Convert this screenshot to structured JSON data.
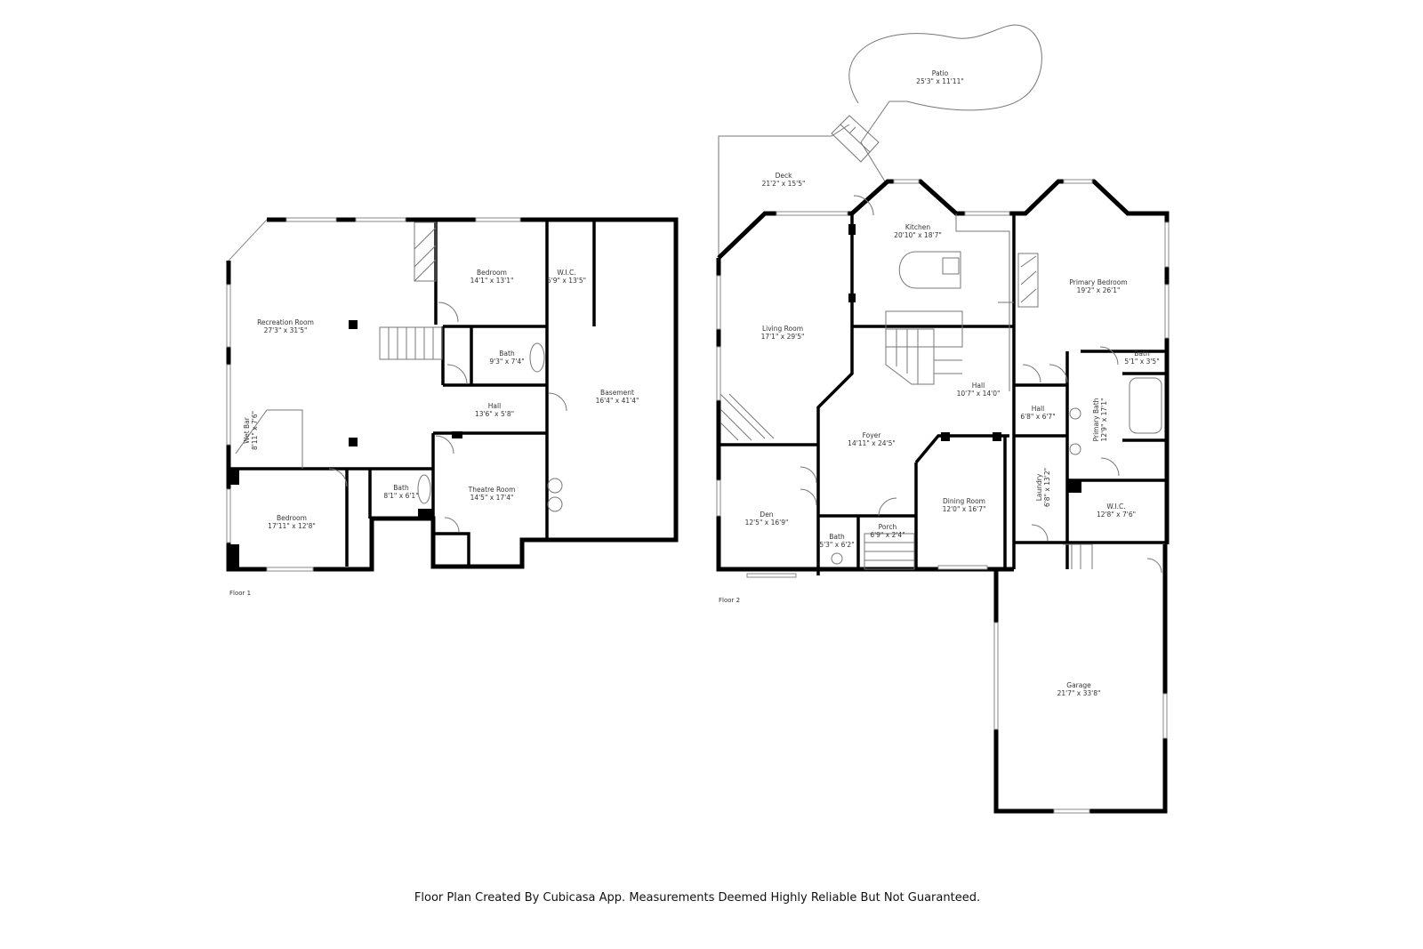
{
  "floor1": {
    "label": "Floor 1",
    "rooms": [
      {
        "name": "Recreation Room",
        "dim": "27'3\" x 31'5\""
      },
      {
        "name": "Bedroom",
        "dim": "14'1\" x 13'1\""
      },
      {
        "name": "W.I.C.",
        "dim": "5'9\" x 13'5\""
      },
      {
        "name": "Bath",
        "dim": "9'3\" x 7'4\""
      },
      {
        "name": "Hall",
        "dim": "13'6\" x 5'8\""
      },
      {
        "name": "Basement",
        "dim": "16'4\" x 41'4\""
      },
      {
        "name": "Wet Bar",
        "dim": "8'11\" x 7'6\""
      },
      {
        "name": "Theatre Room",
        "dim": "14'5\" x 17'4\""
      },
      {
        "name": "Bath",
        "dim": "8'1\" x 6'1\""
      },
      {
        "name": "Bedroom",
        "dim": "17'11\" x 12'8\""
      }
    ]
  },
  "floor2": {
    "label": "Floor 2",
    "rooms": [
      {
        "name": "Patio",
        "dim": "25'3\" x 11'11\""
      },
      {
        "name": "Deck",
        "dim": "21'2\" x 15'5\""
      },
      {
        "name": "Kitchen",
        "dim": "20'10\" x 18'7\""
      },
      {
        "name": "Primary Bedroom",
        "dim": "19'2\" x 26'1\""
      },
      {
        "name": "Living Room",
        "dim": "17'1\" x 29'5\""
      },
      {
        "name": "Hall",
        "dim": "10'7\" x 14'0\""
      },
      {
        "name": "Bath",
        "dim": "5'1\" x 3'5\""
      },
      {
        "name": "Hall",
        "dim": "6'8\" x 6'7\""
      },
      {
        "name": "Primary Bath",
        "dim": "12'9\" x 17'1\""
      },
      {
        "name": "Foyer",
        "dim": "14'11\" x 24'5\""
      },
      {
        "name": "Laundry",
        "dim": "6'8\" x 13'2\""
      },
      {
        "name": "Dining Room",
        "dim": "12'0\" x 16'7\""
      },
      {
        "name": "W.I.C.",
        "dim": "12'8\" x 7'6\""
      },
      {
        "name": "Den",
        "dim": "12'5\" x 16'9\""
      },
      {
        "name": "Bath",
        "dim": "5'3\" x 6'2\""
      },
      {
        "name": "Porch",
        "dim": "6'9\" x 2'4\""
      },
      {
        "name": "Garage",
        "dim": "21'7\" x 33'8\""
      }
    ]
  },
  "footer": "Floor Plan Created By Cubicasa App. Measurements Deemed Highly Reliable But Not Guaranteed."
}
